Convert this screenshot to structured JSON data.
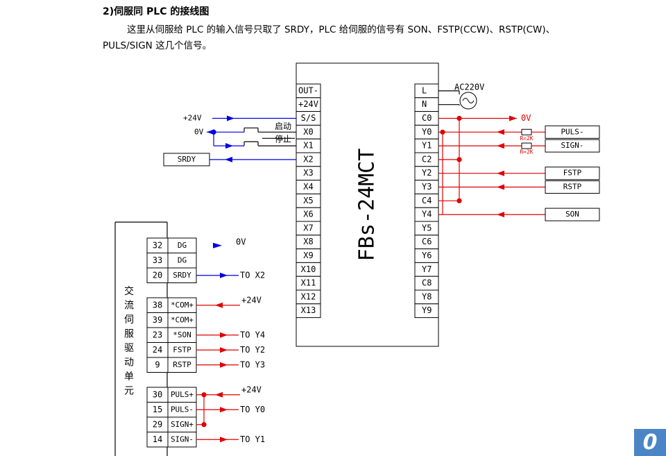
{
  "header": {
    "title": "2)伺服同 PLC 的接线图",
    "line1": "这里从伺服给 PLC 的输入信号只取了 SRDY，PLC 给伺服的信号有 SON、FSTP(CCW)、RSTP(CW)、",
    "line2": "PULS/SIGN 这几个信号。"
  },
  "plc": {
    "model": "FBs-24MCT",
    "left_terminals": [
      "OUT-",
      "+24V",
      "S/S",
      "X0",
      "X1",
      "X2",
      "X3",
      "X4",
      "X5",
      "X6",
      "X7",
      "X8",
      "X9",
      "X10",
      "X11",
      "X12",
      "X13"
    ],
    "right_terminals": [
      "L",
      "N",
      "C0",
      "Y0",
      "Y1",
      "C2",
      "Y2",
      "Y3",
      "C4",
      "Y4",
      "Y5",
      "C6",
      "Y6",
      "Y7",
      "C8",
      "Y8",
      "Y9"
    ]
  },
  "plc_left_wiring": {
    "plus24": "+24V",
    "ov": "0V",
    "start_label": "启动",
    "stop_label": "停止",
    "srdy_box": "SRDY"
  },
  "plc_right_wiring": {
    "ac_label": "AC220V",
    "ov_label": "0V",
    "resistor_label": "R=2K",
    "signal_boxes": [
      "PULS-",
      "SIGN-",
      "FSTP",
      "RSTP",
      "SON"
    ]
  },
  "drive": {
    "title_chars": [
      "交",
      "流",
      "伺",
      "服",
      "驱",
      "动",
      "单",
      "元"
    ],
    "groups": [
      [
        {
          "pin": "32",
          "name": "DG",
          "target": "0V",
          "color": "blue"
        },
        {
          "pin": "33",
          "name": "DG",
          "target": "",
          "color": "blue"
        },
        {
          "pin": "20",
          "name": "SRDY",
          "target": "TO X2",
          "color": "blue"
        }
      ],
      [
        {
          "pin": "38",
          "name": "*COM+",
          "target": "+24V",
          "color": "red"
        },
        {
          "pin": "39",
          "name": "*COM+",
          "target": "",
          "color": "red"
        },
        {
          "pin": "23",
          "name": "*SON",
          "target": "TO Y4",
          "color": "red"
        },
        {
          "pin": "24",
          "name": "FSTP",
          "target": "TO Y2",
          "color": "red"
        },
        {
          "pin": "9",
          "name": "RSTP",
          "target": "TO Y3",
          "color": "red"
        }
      ],
      [
        {
          "pin": "30",
          "name": "PULS+",
          "target": "+24V",
          "color": "red"
        },
        {
          "pin": "15",
          "name": "PULS-",
          "target": "TO Y0",
          "color": "red"
        },
        {
          "pin": "29",
          "name": "SIGN+",
          "target": "",
          "color": "red"
        },
        {
          "pin": "14",
          "name": "SIGN-",
          "target": "TO Y1",
          "color": "red"
        }
      ]
    ]
  },
  "colors": {
    "red": "#e00000",
    "blue": "#0000e0",
    "ink": "#000000",
    "corner": "#4a86c6"
  },
  "corner_badge": "0"
}
